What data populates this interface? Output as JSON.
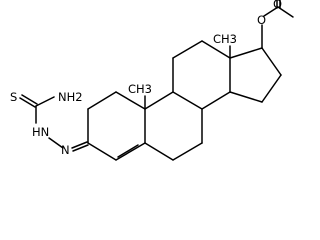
{
  "labels": {
    "thione_s": "S",
    "amine_nh2": "NH2",
    "hydrazine_nh": "HN",
    "imine_n": "N",
    "methyl_c10": "CH3",
    "methyl_c13": "CH3",
    "ester_o": "O",
    "carbonyl_o": "O"
  }
}
